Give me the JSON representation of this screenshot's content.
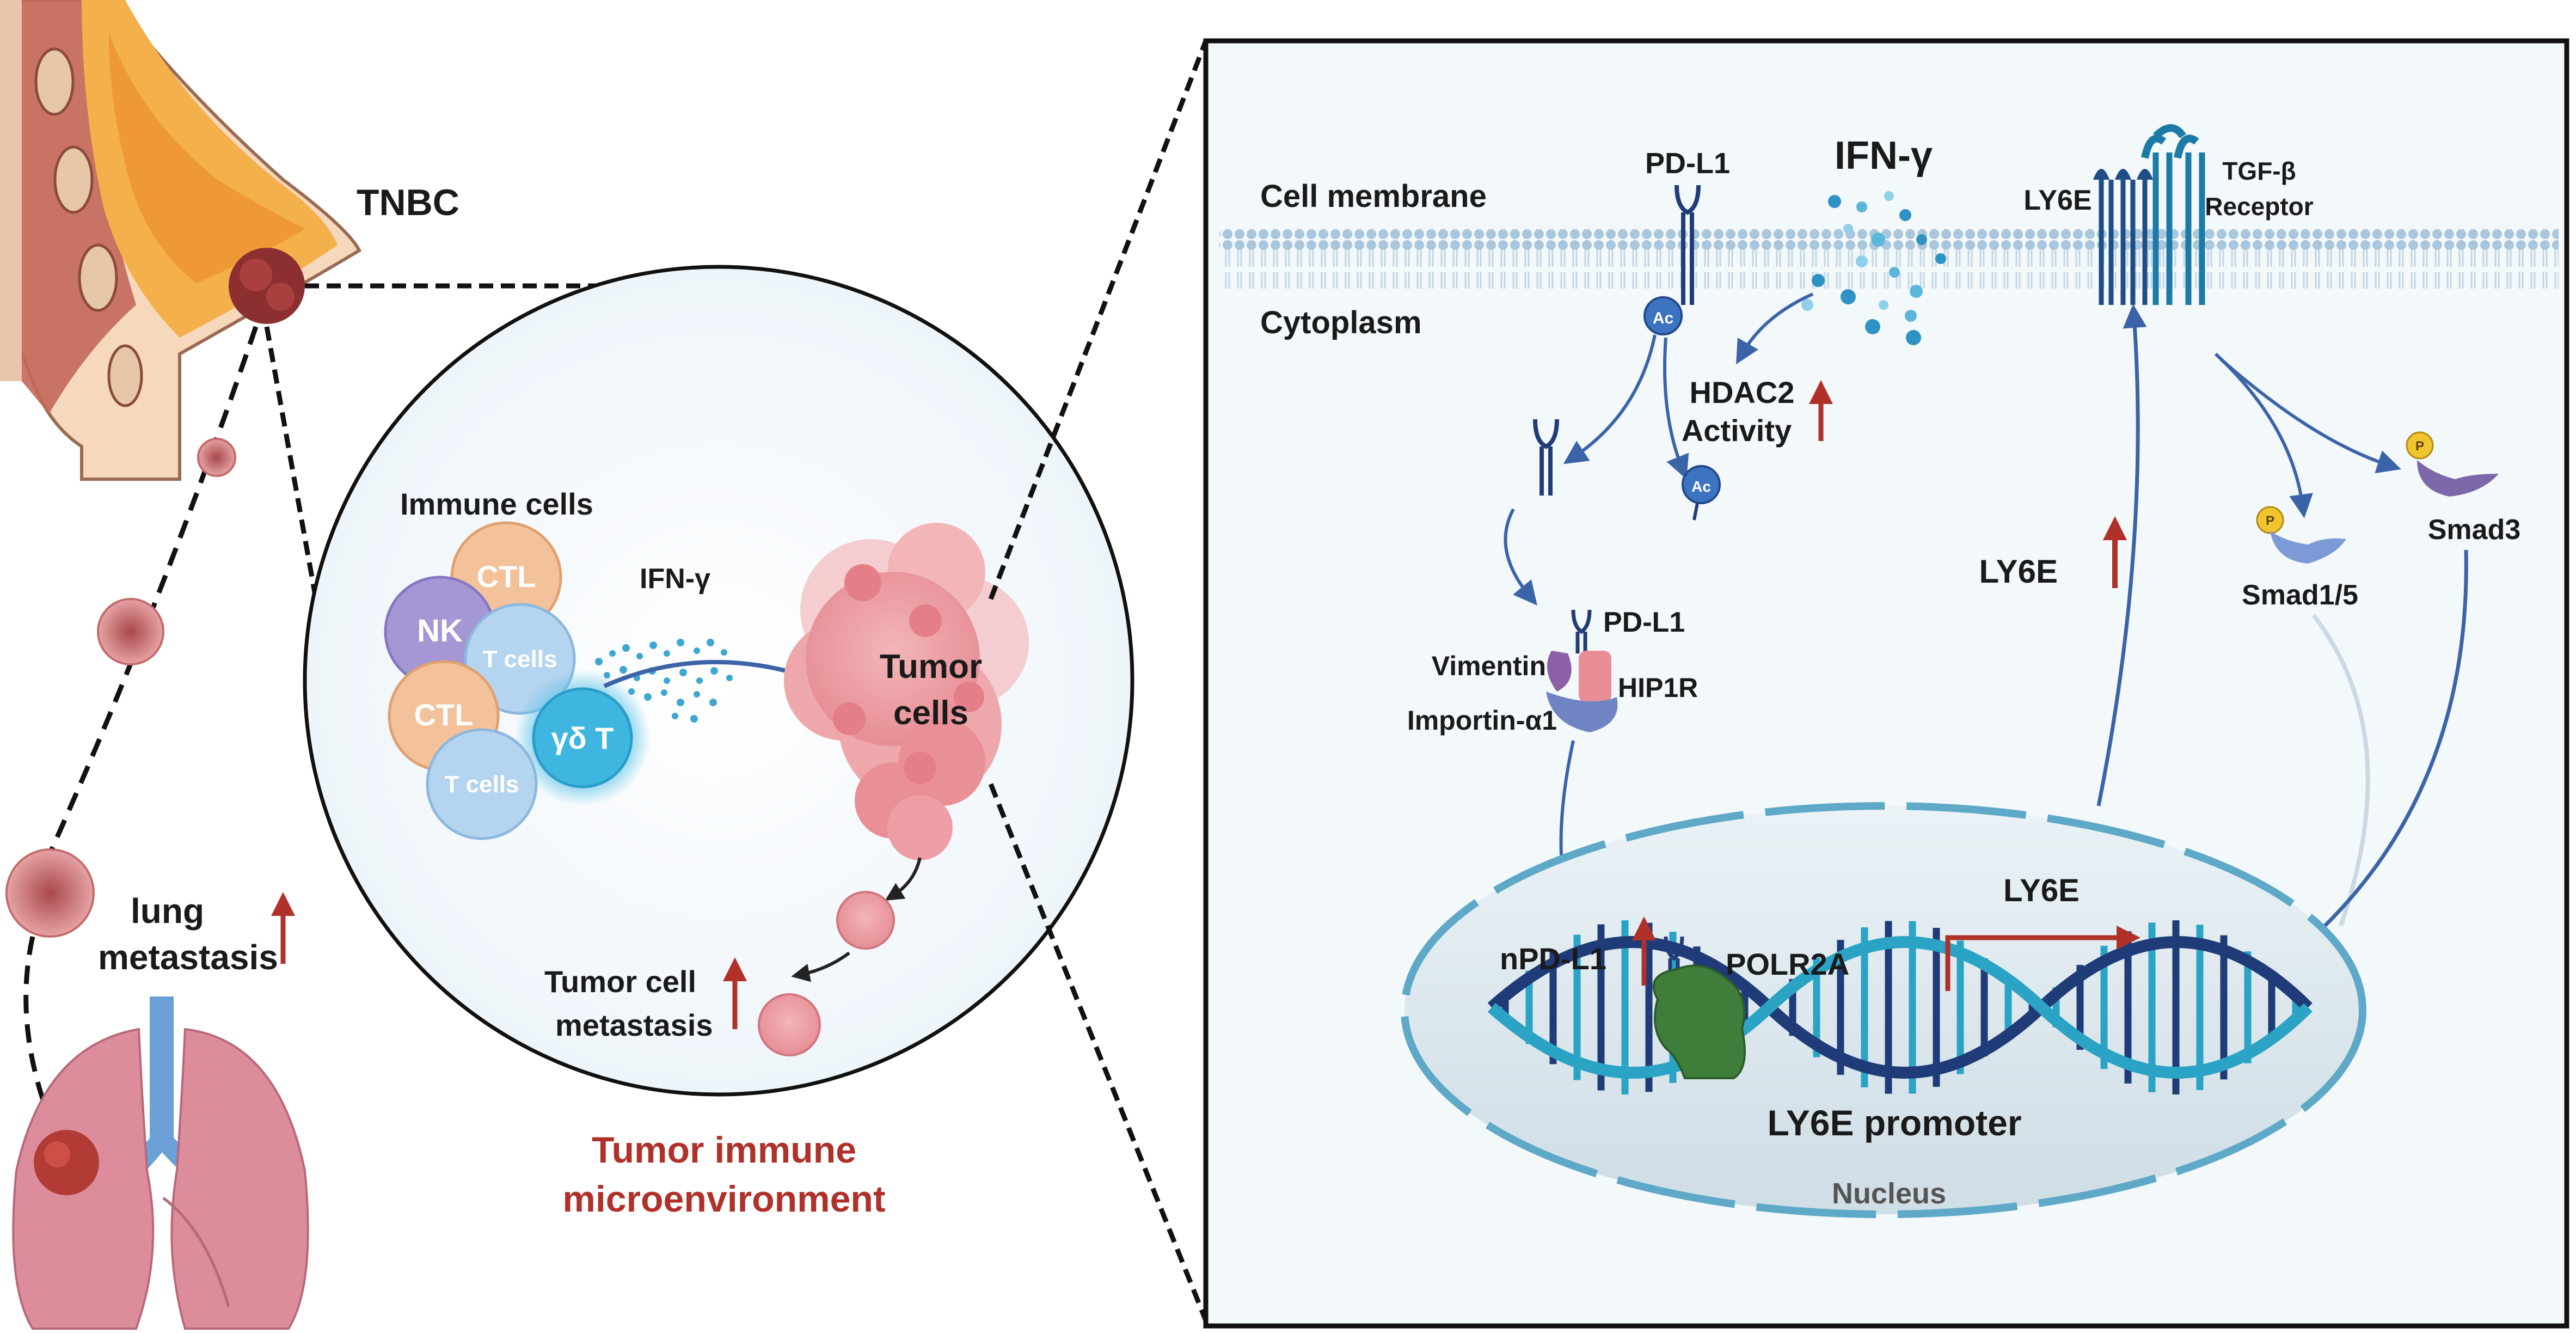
{
  "left": {
    "tnbc": "TNBC",
    "lung_metastasis_1": "lung",
    "lung_metastasis_2": "metastasis"
  },
  "circle": {
    "immune_cells": "Immune cells",
    "cell_ctl_1": "CTL",
    "cell_nk": "NK",
    "cell_tcells_1": "T cells",
    "cell_ctl_2": "CTL",
    "cell_gdt": "γδ T",
    "cell_tcells_2": "T cells",
    "ifn": "IFN-γ",
    "tumor_1": "Tumor",
    "tumor_2": "cells",
    "tcm_1": "Tumor cell",
    "tcm_2": "metastasis",
    "caption_1": "Tumor immune",
    "caption_2": "microenvironment"
  },
  "panel": {
    "cell_membrane": "Cell membrane",
    "cytoplasm": "Cytoplasm",
    "pdl1_top": "PD-L1",
    "ifn_top": "IFN-γ",
    "ly6e_top": "LY6E",
    "tgf_1": "TGF-β",
    "tgf_2": "Receptor",
    "ac_1": "Ac",
    "ac_2": "Ac",
    "hdac2_1": "HDAC2",
    "hdac2_2": "Activity",
    "pdl1_mid": "PD-L1",
    "vimentin": "Vimentin",
    "hip1r": "HIP1R",
    "importin": "Importin-α1",
    "ly6e_mid": "LY6E",
    "p_1": "P",
    "p_2": "P",
    "smad15": "Smad1/5",
    "smad3": "Smad3",
    "ly6e_gene": "LY6E",
    "npdl1": "nPD-L1",
    "polr2a": "POLR2A",
    "promoter": "LY6E promoter",
    "nucleus": "Nucleus"
  },
  "colors": {
    "accent_red": "#b0302a",
    "arrow_blue": "#3b64a8",
    "tumor_pink": "#e9959a",
    "lung_pink": "#dc8c9a",
    "polr2a_green": "#3f7d3a",
    "dna_dark": "#1f3c78",
    "dna_light": "#2ba3c4"
  }
}
